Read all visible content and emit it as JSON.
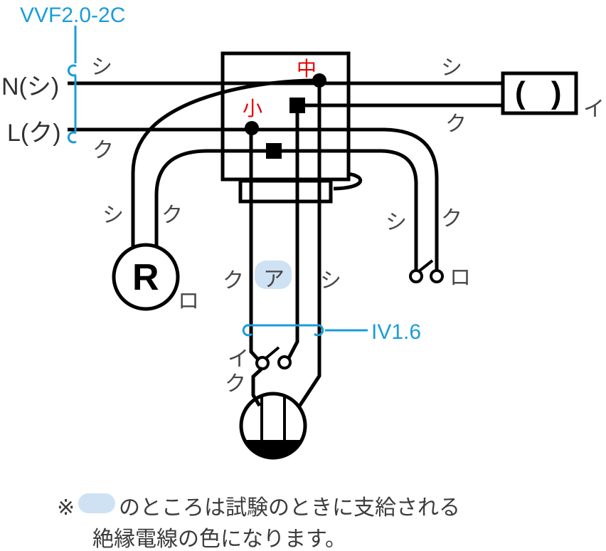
{
  "diagram": {
    "cables": {
      "top_cable": "VVF2.0-2C",
      "conduit_cable": "IV1.6"
    },
    "source": {
      "neutral_terminal": "N(シ)",
      "line_terminal": "L(ク)",
      "neutral_wire_color": "シ",
      "line_wire_color": "ク"
    },
    "sleeves": {
      "medium": "中",
      "small": "小"
    },
    "ceiling_fixture": {
      "symbol": "( )",
      "id": "イ",
      "wire_white": "シ",
      "wire_black": "ク"
    },
    "lamp_receptacle": {
      "symbol": "R",
      "id": "ロ",
      "wire_white": "シ",
      "wire_black": "ク"
    },
    "conduit_wires": {
      "black": "ク",
      "supplied": "ア",
      "white": "シ"
    },
    "switch_right": {
      "id": "ロ",
      "wire_white": "シ",
      "wire_black": "ク"
    },
    "switch_bottom": {
      "id": "イ",
      "jumper_black": "ク"
    },
    "note": {
      "mark": "※",
      "line1": "のところは試験のときに支給される",
      "line2": "絶縁電線の色になります。"
    },
    "colors": {
      "accent_blue": "#1b9cd8",
      "sleeve_red": "#e60000",
      "highlight_blue": "#cfe2f4",
      "label_gray": "#464646"
    }
  }
}
